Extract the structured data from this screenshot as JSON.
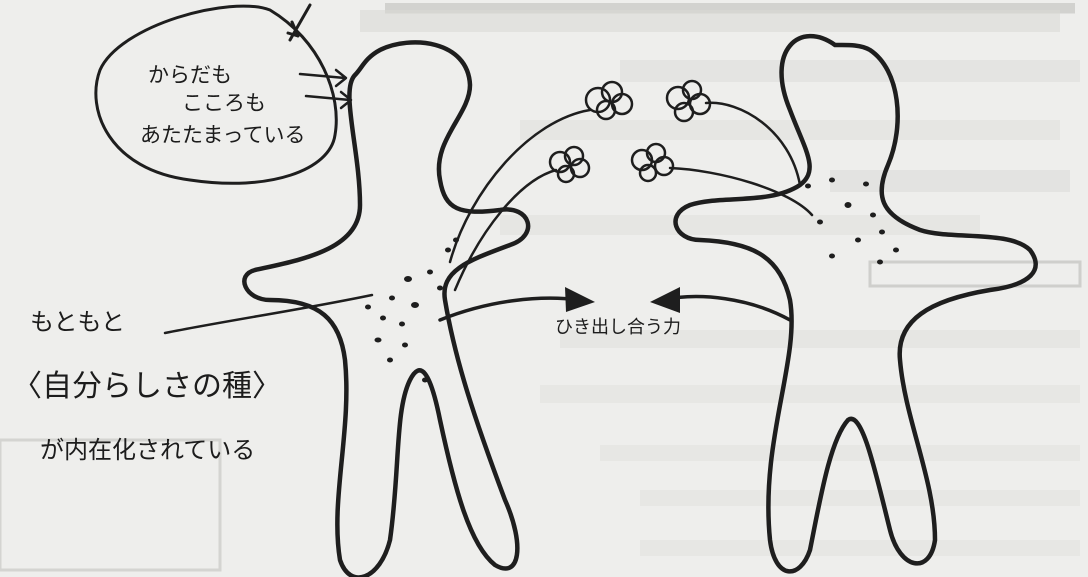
{
  "bubble": {
    "line1": "からだも",
    "line2": "こころも",
    "line3": "あたたまっている"
  },
  "left_note": {
    "line1": "もともと",
    "line2": "〈自分らしさの種〉",
    "line3": "が内在化されている"
  },
  "center_caption": "ひき出し合う力",
  "colors": {
    "paper": "#eeeeec",
    "ink": "#1e1e1e",
    "bleed_through": "#d2d2cf"
  }
}
